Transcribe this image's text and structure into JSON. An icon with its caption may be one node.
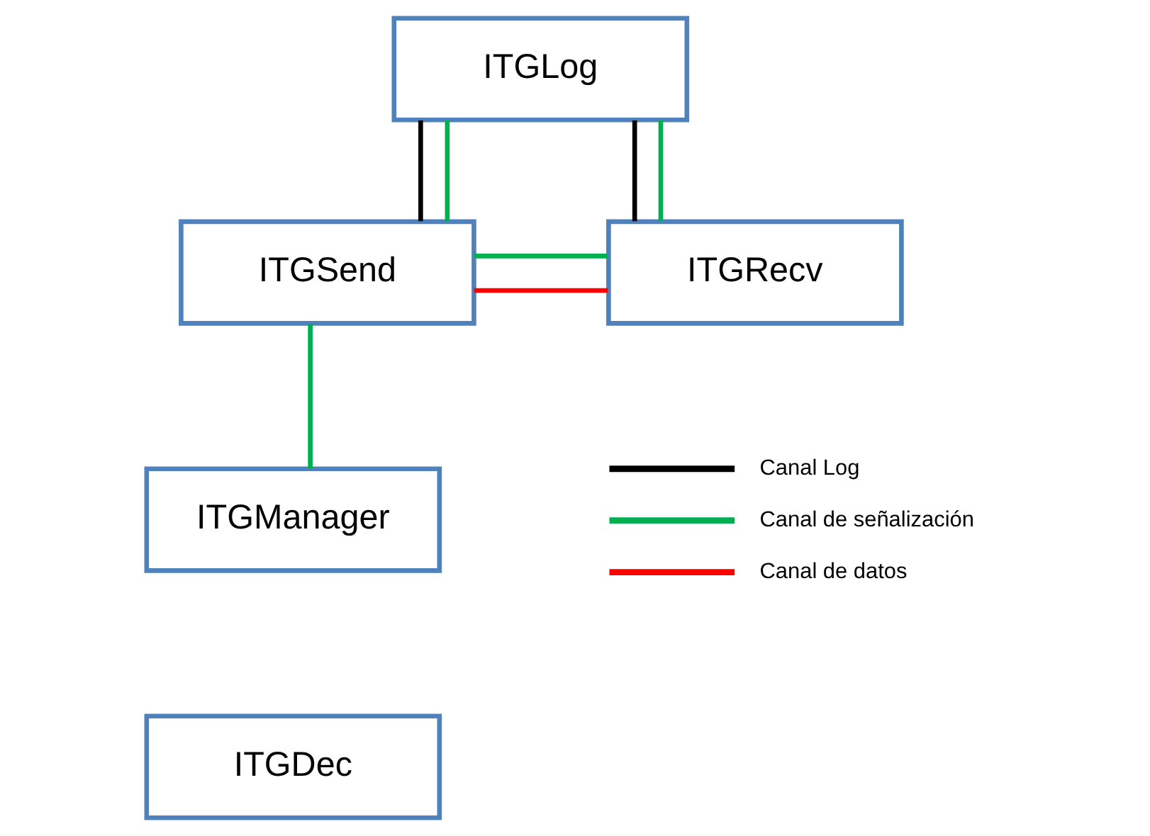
{
  "diagram": {
    "nodes": [
      {
        "text": [
          "ITGLog"
        ]
      },
      {
        "text": [
          "ITGSend"
        ]
      },
      {
        "text": [
          "ITGRecv"
        ]
      },
      {
        "text": [
          "ITGManager"
        ]
      },
      {
        "text": [
          "ITGDec"
        ]
      }
    ],
    "edges": [
      {
        "from": 1,
        "to": 0,
        "arrow": "none",
        "color": "#000000"
      },
      {
        "from": 0,
        "to": 2,
        "arrow": "none",
        "color": "#000000"
      },
      {
        "from": 1,
        "to": 0,
        "arrow": "none"
      },
      {
        "from": 0,
        "to": 2,
        "arrow": "none"
      },
      {
        "from": 1,
        "to": 2,
        "arrow": "none"
      },
      {
        "from": 1,
        "to": 2,
        "arrow": "none",
        "color": "#ff0000"
      },
      {
        "from": 1,
        "to": 3,
        "arrow": "none"
      }
    ],
    "legend": [
      {
        "text": "Canal Log",
        "color": "#000000"
      },
      {
        "text": "Canal de señalización",
        "color": "#00b050"
      },
      {
        "text": "Canal de datos",
        "color": "#ff0000"
      }
    ]
  }
}
